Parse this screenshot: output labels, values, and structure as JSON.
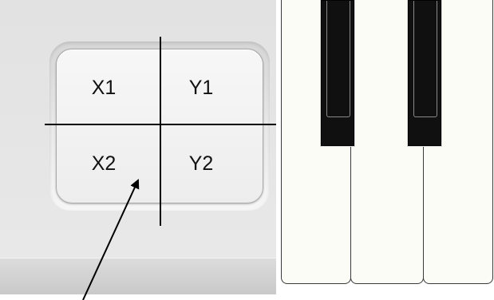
{
  "xy_pad": {
    "quadrants": {
      "top_left": "X1",
      "top_right": "Y1",
      "bottom_left": "X2",
      "bottom_right": "Y2"
    }
  },
  "colors": {
    "panel": "#e4e4e4",
    "pad": "#f2f2f2",
    "white_key": "#fcfcf7",
    "black_key": "#101010",
    "line": "#000000"
  },
  "keyboard": {
    "white_keys": 3,
    "black_keys": 2
  }
}
